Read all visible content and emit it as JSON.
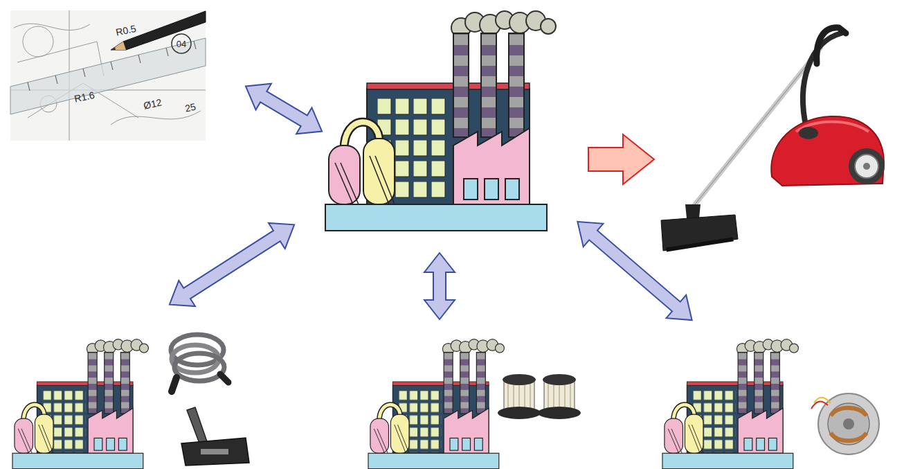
{
  "diagram": {
    "labels": [
      "R0.5",
      "04",
      "R1.6",
      "Ø12",
      "25"
    ]
  }
}
